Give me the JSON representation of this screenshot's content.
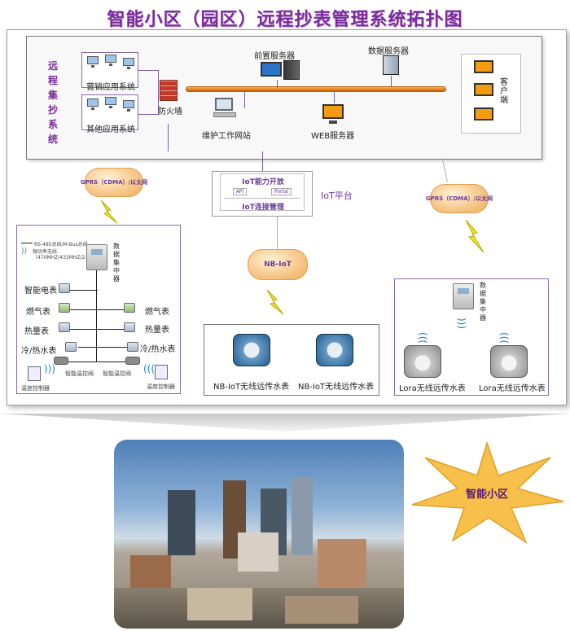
{
  "title": "智能小区（园区）远程抄表管理系统拓扑图",
  "top": {
    "vertical_label": [
      "远",
      "程",
      "集",
      "抄",
      "系",
      "统"
    ],
    "marketing_system": "营销应用系统",
    "other_system": "其他应用系统",
    "firewall": "防火墙",
    "front_server": "前置服务器",
    "data_server": "数据服务器",
    "maintenance": "维护工作网站",
    "web_server": "WEB服务器",
    "client": "客户端"
  },
  "links": {
    "left_cloud": "GPRS（CDMA）/以太网",
    "right_cloud": "GPRS（CDMA）/以太网",
    "nb_cloud": "NB-IoT"
  },
  "iot": {
    "title": "IoT能力开放",
    "api": "API",
    "portal": "Portal",
    "connect": "IoT连接管理",
    "platform": "IoT平台"
  },
  "left_box": {
    "legend_wired": "RS-485总线/M-Bus总线",
    "legend_wireless": "微功率无线（470MHZ/433MHZ/2.4G）",
    "collector": [
      "数",
      "据",
      "集",
      "中",
      "器"
    ],
    "electric": "智能电表",
    "gas_left": "燃气表",
    "gas_right": "燃气表",
    "heat_left": "热量表",
    "heat_right": "热量表",
    "coldhot_left": "冷/热水表",
    "coldhot_right": "冷/热水表",
    "valve_left": "智能温控阀",
    "valve_right": "智能温控阀",
    "thermo_left": "温度控制器",
    "thermo_right": "温度控制器"
  },
  "mid_box": {
    "meter1": "NB-IoT无线远传水表",
    "meter2": "NB-IoT无线远传水表"
  },
  "right_box": {
    "collector": [
      "数",
      "据",
      "集",
      "中",
      "器"
    ],
    "meter1": "Lora无线远传水表",
    "meter2": "Lora无线远传水表"
  },
  "bottom": {
    "star": "智能小区"
  }
}
